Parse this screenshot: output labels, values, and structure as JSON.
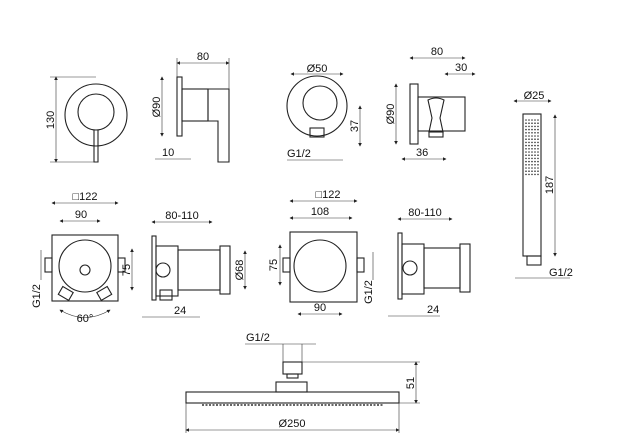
{
  "drawing": {
    "mixer_front": {
      "height": "130"
    },
    "mixer_side": {
      "depth": "80",
      "diameter": "Ø90",
      "plate": "10"
    },
    "outlet_front": {
      "diameter": "Ø50",
      "offset": "37",
      "thread": "G1/2"
    },
    "holder_side": {
      "depth": "80",
      "outlet": "30",
      "diameter": "Ø90",
      "offset": "36"
    },
    "hand_shower": {
      "diameter": "Ø25",
      "length": "187",
      "thread": "G1/2"
    },
    "box1": {
      "size": "□122",
      "width": "90",
      "height": "75",
      "thread": "G1/2",
      "angle": "60°"
    },
    "body1_side": {
      "depth": "80-110",
      "diameter": "Ø68",
      "offset": "24"
    },
    "box2": {
      "size": "□122",
      "top_width": "108",
      "height": "75",
      "bottom_width": "90",
      "thread": "G1/2"
    },
    "body2_side": {
      "depth": "80-110",
      "offset": "24"
    },
    "shower_head": {
      "thread": "G1/2",
      "height": "51",
      "diameter": "Ø250"
    }
  }
}
